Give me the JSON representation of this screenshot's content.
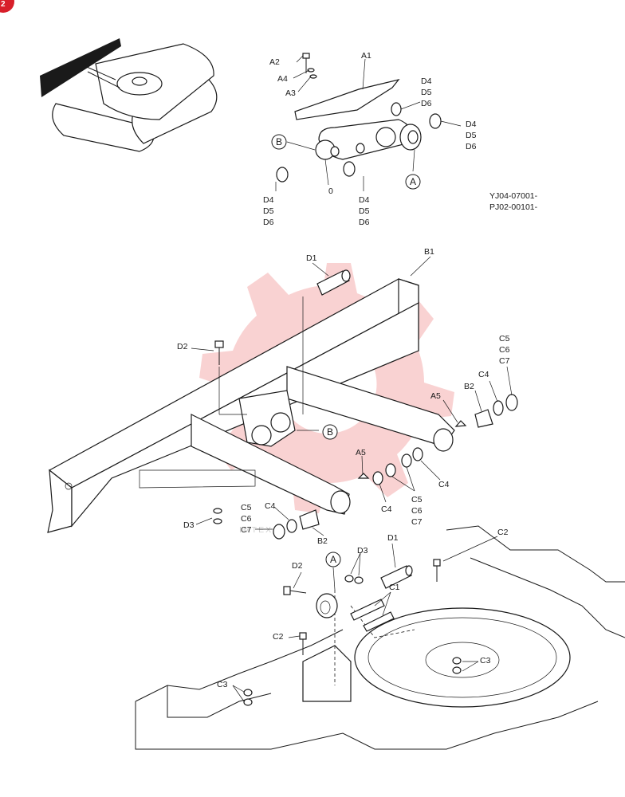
{
  "corner_badge": {
    "color": "#d81f2a"
  },
  "watermark": {
    "text": "IMTEX",
    "color": "#ef8a8a"
  },
  "serial": {
    "line1": "YJ04-07001-",
    "line2": "PJ02-00101-"
  },
  "top_labels": {
    "A1": "A1",
    "A2": "A2",
    "A3": "A3",
    "A4": "A4",
    "D4a": "D4",
    "D5a": "D5",
    "D6a": "D6",
    "D4b": "D4",
    "D5b": "D5",
    "D6b": "D6",
    "D4c": "D4",
    "D5c": "D5",
    "D6c": "D6",
    "D4d": "D4",
    "D5d": "D5",
    "D6d": "D6",
    "zero": "0",
    "circle_A": "A",
    "circle_B": "B"
  },
  "main_labels": {
    "D1": "D1",
    "B1": "B1",
    "D2": "D2",
    "C5a": "C5",
    "C6a": "C6",
    "C7a": "C7",
    "C4a": "C4",
    "B2a": "B2",
    "A5a": "A5",
    "C4b": "C4",
    "circle_B": "B",
    "A5b": "A5",
    "C4c": "C4",
    "C5b": "C5",
    "C6b": "C6",
    "C7b": "C7",
    "D3a": "D3",
    "C5c": "C5",
    "C6c": "C6",
    "C7c": "C7",
    "C4d": "C4",
    "B2b": "B2"
  },
  "bottom_labels": {
    "circle_A": "A",
    "D3": "D3",
    "D1": "D1",
    "D2": "D2",
    "C1": "C1",
    "C2a": "C2",
    "C2b": "C2",
    "C3a": "C3",
    "C3b": "C3"
  }
}
